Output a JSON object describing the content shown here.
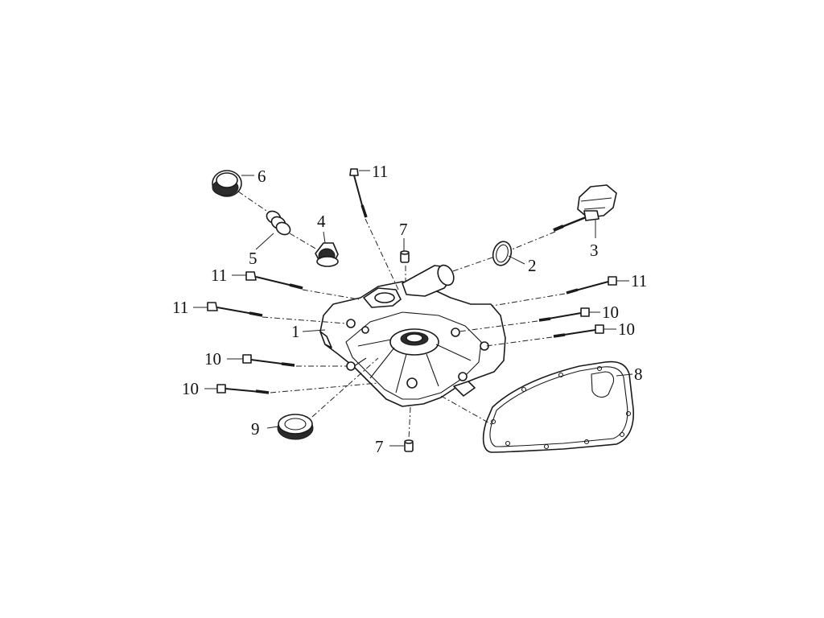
{
  "callouts": {
    "c1": "1",
    "c2": "2",
    "c3": "3",
    "c4": "4",
    "c5": "5",
    "c6": "6",
    "c7a": "7",
    "c7b": "7",
    "c8": "8",
    "c9": "9",
    "c10a": "10",
    "c10b": "10",
    "c10c": "10",
    "c10d": "10",
    "c11a": "11",
    "c11b": "11",
    "c11c": "11",
    "c11d": "11"
  }
}
